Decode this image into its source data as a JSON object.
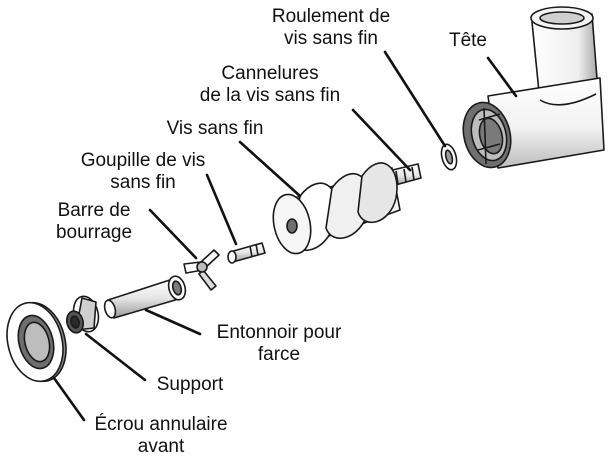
{
  "labels": {
    "roulement": [
      "Roulement de",
      "vis sans fin"
    ],
    "tete": [
      "Tête"
    ],
    "cannelures": [
      "Cannelures",
      "de la vis sans fin"
    ],
    "vis": [
      "Vis sans fin"
    ],
    "goupille": [
      "Goupille de vis",
      "sans fin"
    ],
    "barre": [
      "Barre de",
      "bourrage"
    ],
    "entonnoir": [
      "Entonnoir pour",
      "farce"
    ],
    "support": [
      "Support"
    ],
    "ecrou": [
      "Écrou annulaire",
      "avant"
    ]
  },
  "colors": {
    "line": "#111111",
    "fill_light": "#ffffff",
    "fill_shade": "#d9d9d9",
    "fill_dark": "#8c8c8c"
  }
}
